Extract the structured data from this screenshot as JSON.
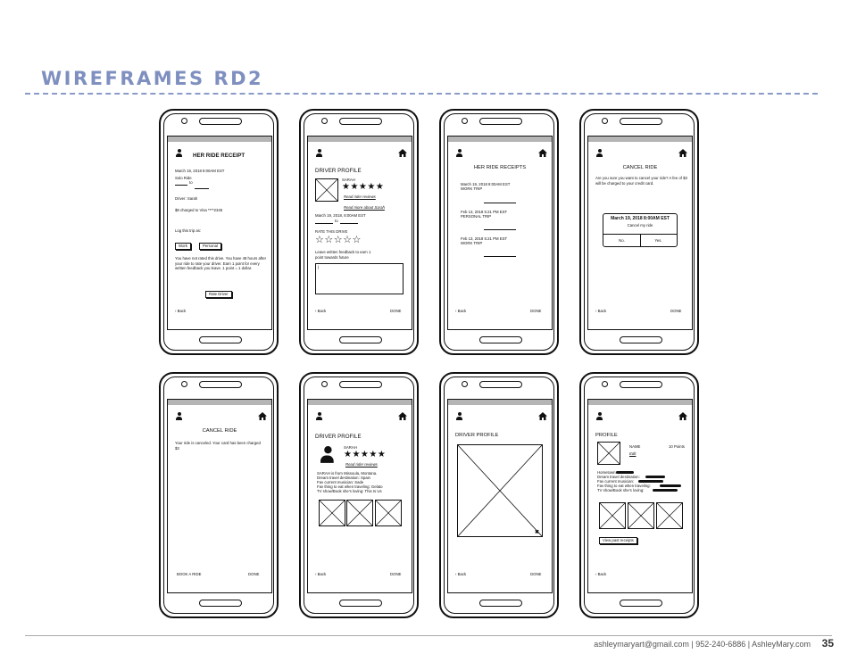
{
  "page": {
    "title": "WIREFRAMES RD2",
    "footer": "ashleymaryart@gmail.com | 952-240-6886 | AshleyMary.com",
    "page_number": "35"
  },
  "screens": {
    "her_ride_receipt": {
      "title": "HER RIDE RECEIPT",
      "date": "March 19, 2018 8:00AM EST",
      "ride_type": "Solo Ride",
      "to": "to",
      "driver": "Driver: Sarah",
      "charge": "$8 charged to Visa ****2345",
      "log_prompt": "Log this trip as:",
      "work_btn": "Work",
      "personal_btn": "Personal",
      "notice": "You have not rated this drive. You have 48 hours after your ride to rate your driver. Earn 1 point for every written feedback you leave. 1 point = 1 dollar.",
      "rate_btn": "Rate Driver",
      "back": "Back"
    },
    "driver_profile_rate": {
      "title": "DRIVER PROFILE",
      "name": "SARAH",
      "stars": "★★★★★",
      "read_reviews": "Read rider reviews",
      "read_more": "Read more about Sarah",
      "date": "March 19, 2018, 8:00AM EST",
      "to": "to",
      "rate_label": "RATE THIS DRIVE",
      "empty_stars": "☆☆☆☆☆",
      "feedback_prompt": "Leave written feedback to earn 1 point towards future",
      "feedback_value": "|",
      "back": "Back",
      "done": "DONE"
    },
    "her_ride_receipts": {
      "title": "HER RIDE RECEIPTS",
      "items": [
        {
          "date": "March 19, 2018 8:00AM EST",
          "tag": "WORK TRIP"
        },
        {
          "date": "Feb 13, 2018 5:21 PM EST",
          "tag": "PERSONAL TRIP"
        },
        {
          "date": "Feb 13, 2018 5:21 PM EST",
          "tag": "WORK TRIP"
        }
      ],
      "back": "Back",
      "done": "DONE"
    },
    "cancel_ride": {
      "title": "CANCEL RIDE",
      "question": "Are you sure you want to cancel your ride? A fee of $3 will be charged to your credit card.",
      "dialog_date": "March 19, 2018 8:00AM EST",
      "dialog_sub": "Cancel my ride",
      "no": "No.",
      "yes": "Yes.",
      "back": "Back",
      "done": "DONE"
    },
    "cancel_confirm": {
      "title": "CANCEL RIDE",
      "message": "Your ride is canceled. Your card has been charged $3",
      "book": "BOOK A RIDE",
      "done": "DONE"
    },
    "driver_profile_about": {
      "title": "DRIVER PROFILE",
      "name": "SARAH",
      "stars": "★★★★★",
      "read_reviews": "Read rider reviews",
      "bio": [
        "SARAH is from Missoula, Montana.",
        "Dream travel destination: Spain",
        "Fav current musician: Sade",
        "Fav thing to eat when traveling: Gelato",
        "TV show/Book she's loving: This Is Us"
      ],
      "back": "Back",
      "done": "DONE"
    },
    "driver_profile_photo": {
      "title": "DRIVER PROFILE",
      "close": "✖",
      "back": "Back",
      "done": "DONE"
    },
    "profile": {
      "title": "PROFILE",
      "name": "NAME",
      "points": "10 Points",
      "edit": "Edit",
      "fields": [
        "Hometown:",
        "Dream travel destination:",
        "Fav current musician:",
        "Fav thing to eat when traveling:",
        "TV show/Book she's loving:"
      ],
      "view_btn": "View past receipts",
      "back": "Back"
    }
  }
}
